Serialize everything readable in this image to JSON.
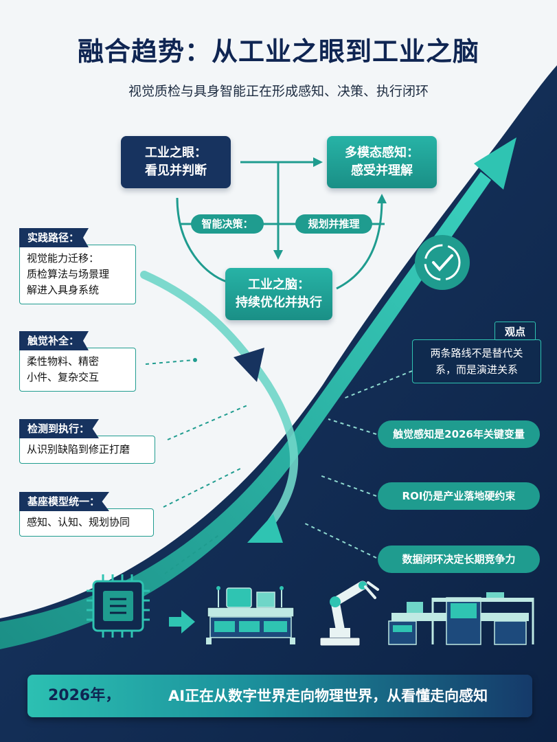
{
  "header": {
    "title": "融合趋势：从工业之眼到工业之脑",
    "subtitle": "视觉质检与具身智能正在形成感知、决策、执行闭环"
  },
  "flow": {
    "eye": {
      "line1": "工业之眼：",
      "line2": "看见并判断"
    },
    "multimodal": {
      "line1": "多模态感知：",
      "line2": "感受并理解"
    },
    "brain": {
      "line1": "工业之脑：",
      "line2": "持续优化并执行"
    },
    "decision_label": "智能决策：",
    "planning_label": "规划并推理"
  },
  "left_cards": [
    {
      "tag": "实践路径：",
      "lines": [
        "视觉能力迁移：",
        "质检算法与场景理",
        "解进入具身系统"
      ]
    },
    {
      "tag": "触觉补全：",
      "lines": [
        "柔性物料、精密",
        "小件、复杂交互"
      ]
    },
    {
      "tag": "检测到执行：",
      "lines": [
        "从识别缺陷到修正打磨"
      ]
    },
    {
      "tag": "基座模型统一：",
      "lines": [
        "感知、认知、规划协同"
      ]
    }
  ],
  "viewpoint": {
    "tag": "观点",
    "lines": [
      "两条路线不是替代关",
      "系，而是演进关系"
    ]
  },
  "right_points": [
    "触觉感知是2026年关键变量",
    "ROI仍是产业落地硬约束",
    "数据闭环决定长期竞争力"
  ],
  "banner": {
    "year": "2026年，",
    "text": "AI正在从数字世界走向物理世界，从看懂走向感知"
  },
  "icons": [
    "chip-icon",
    "arrow-right-icon",
    "inspection-station-icon",
    "robot-arm-icon",
    "production-line-icon",
    "check-cycle-icon"
  ],
  "colors": {
    "navy": "#17335f",
    "deep_navy": "#0f2a4d",
    "teal": "#1f9c8f",
    "accent": "#2fc4b2",
    "background": "#f3f6f8"
  }
}
